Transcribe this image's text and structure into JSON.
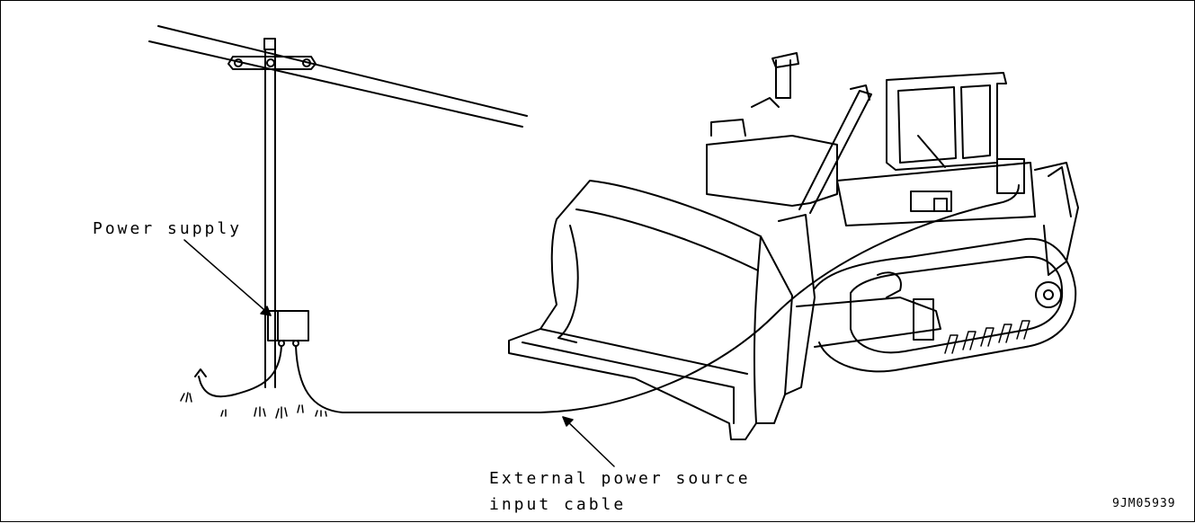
{
  "figure": {
    "callouts": {
      "power_supply": "Power supply",
      "cable_line1": "External power source",
      "cable_line2": "input cable"
    },
    "figure_code": "9JM05939"
  }
}
